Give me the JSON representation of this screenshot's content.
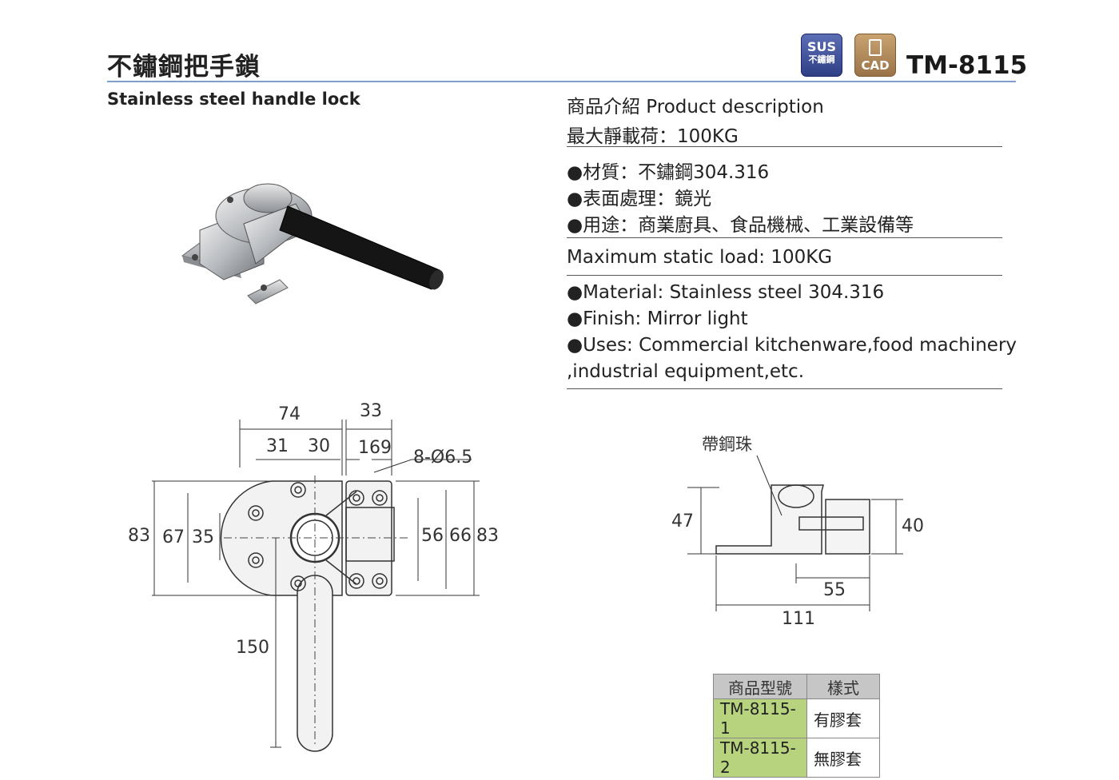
{
  "header": {
    "title_zh": "不鏽鋼把手鎖",
    "title_en": "Stainless steel handle lock",
    "model": "TM-8115",
    "badges": {
      "sus_line1": "SUS",
      "sus_line2": "不鏽鋼",
      "cad_label": "CAD"
    }
  },
  "description": {
    "heading": "商品介紹 Product description",
    "load_zh": "最大靜載荷：100KG",
    "bullets_zh": [
      "●材質：不鏽鋼304.316",
      "●表面處理：鏡光",
      "●用途：商業廚具、食品機械、工業設備等"
    ],
    "load_en": "Maximum static load: 100KG",
    "bullets_en": [
      "●Material: Stainless steel 304.316",
      "●Finish: Mirror light",
      "●Uses: Commercial kitchenware,food machinery",
      ",industrial equipment,etc."
    ]
  },
  "front_drawing": {
    "dims": {
      "d74": "74",
      "d33": "33",
      "d31": "31",
      "d30": "30",
      "d16": "16",
      "d9": "9",
      "holes": "8-Ø6.5",
      "d83l": "83",
      "d67": "67",
      "d35": "35",
      "d56": "56",
      "d66": "66",
      "d83r": "83",
      "d150": "150"
    }
  },
  "side_drawing": {
    "note": "帶鋼珠",
    "dims": {
      "d47": "47",
      "d40": "40",
      "d55": "55",
      "d111": "111"
    }
  },
  "spec_table": {
    "headers": [
      "商品型號",
      "樣式"
    ],
    "rows": [
      {
        "model": "TM-8115-1",
        "style": "有膠套"
      },
      {
        "model": "TM-8115-2",
        "style": "無膠套"
      }
    ]
  }
}
